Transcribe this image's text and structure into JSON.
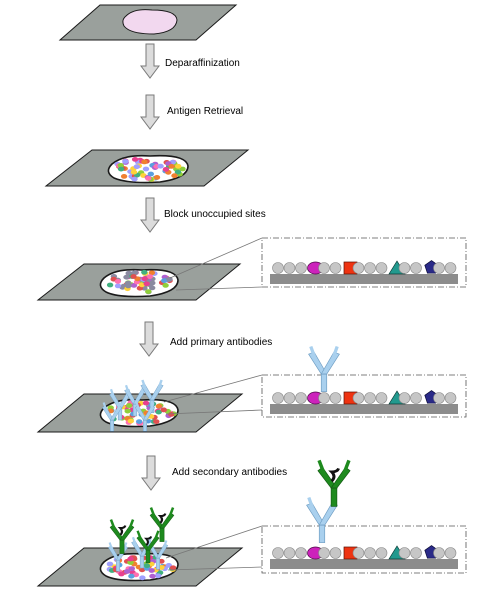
{
  "steps": [
    {
      "label": "Deparaffinization"
    },
    {
      "label": "Antigen Retrieval"
    },
    {
      "label": "Block unoccupied sites"
    },
    {
      "label": "Add primary antibodies"
    },
    {
      "label": "Add secondary antibodies"
    }
  ],
  "colors": {
    "slide_fill": "#9aa09c",
    "slide_edge": "#1a1a1a",
    "arrow_fill": "#dcdcdc",
    "arrow_edge": "#7a7a7a",
    "surface": "#8c8c8c",
    "cell_grey": "#c6c6c6",
    "antigen_magenta": "#cc22bb",
    "antigen_red": "#ee3311",
    "antigen_teal": "#22998e",
    "antigen_navy": "#2a2a88",
    "primary_antibody": "#a9d0ee",
    "secondary_antibody": "#1e8a1e",
    "tissue_dots": [
      "#e8408f",
      "#f08030",
      "#8fcf3a",
      "#b060d0",
      "#ffd23a",
      "#5aa0e0",
      "#e05050",
      "#40b080",
      "#ff70b0",
      "#a0a0ff"
    ]
  },
  "icons": [
    "arrow-down-icon",
    "microscope-slide-icon",
    "tissue-section-icon",
    "antibody-icon"
  ]
}
